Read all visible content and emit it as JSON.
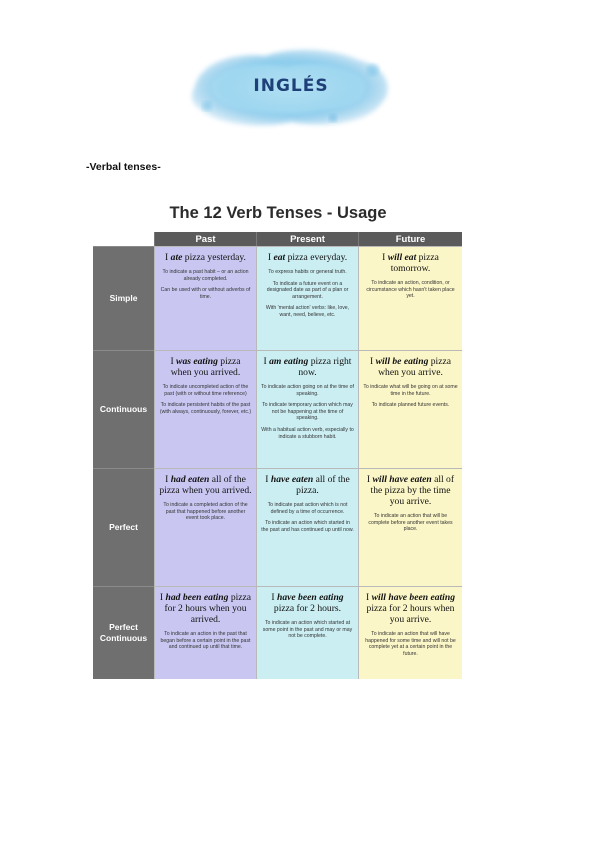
{
  "header": {
    "banner_text": "INGLÉS"
  },
  "subtitle": "-Verbal tenses-",
  "chart": {
    "title": "The 12 Verb Tenses - Usage",
    "columns": [
      "Past",
      "Present",
      "Future"
    ],
    "rows": [
      {
        "label": "Simple",
        "cells": [
          {
            "pre": "I ",
            "verb": "ate",
            "post": " pizza yesterday.",
            "notes": [
              "To indicate a past habit – or an action already completed.",
              "Can be used with or without adverbs of time."
            ]
          },
          {
            "pre": "I ",
            "verb": "eat",
            "post": " pizza everyday.",
            "notes": [
              "To express habits or general truth.",
              "To indicate a future event on a designated date as part of a plan or arrangement.",
              "With 'mental action' verbs: like, love, want, need, believe, etc."
            ]
          },
          {
            "pre": "I ",
            "verb": "will eat",
            "post": " pizza tomorrow.",
            "notes": [
              "To indicate an action, condition, or circumstance which hasn't taken place yet."
            ]
          }
        ]
      },
      {
        "label": "Continuous",
        "cells": [
          {
            "pre": "I ",
            "verb": "was eating",
            "post": " pizza when you arrived.",
            "notes": [
              "To indicate uncompleted action of the past (with or without time reference)",
              "To indicate persistent habits of the past (with always, continuously, forever, etc.)"
            ]
          },
          {
            "pre": "I ",
            "verb": "am eating",
            "post": " pizza right now.",
            "notes": [
              "To indicate action going on at the time of speaking.",
              "To indicate temporary action which may not be happening at the time of speaking.",
              "With a habitual action verb, especially to indicate a stubborn habit."
            ]
          },
          {
            "pre": "I ",
            "verb": "will be eating",
            "post": " pizza when you arrive.",
            "notes": [
              "To indicate what will be going on at some time in the future.",
              "To indicate planned future events."
            ]
          }
        ]
      },
      {
        "label": "Perfect",
        "cells": [
          {
            "pre": "I ",
            "verb": "had eaten",
            "post": " all of the pizza when you arrived.",
            "notes": [
              "To indicate a completed action of the past that happened before another event took place."
            ]
          },
          {
            "pre": "I ",
            "verb": "have eaten",
            "post": " all of the pizza.",
            "notes": [
              "To indicate past action which is not defined by a time of occurrence.",
              "To indicate an action which started in the past and has continued up until now."
            ]
          },
          {
            "pre": "I ",
            "verb": "will have eaten",
            "post": " all of the pizza by the time you arrive.",
            "notes": [
              "To indicate an action that will be complete before another event takes place."
            ]
          }
        ]
      },
      {
        "label": "Perfect Continuous",
        "cells": [
          {
            "pre": "I ",
            "verb": "had been eating",
            "post": " pizza for 2 hours when you arrived.",
            "notes": [
              "To indicate an action in the past that began before a certain point in the past and continued up until that time."
            ]
          },
          {
            "pre": "I ",
            "verb": "have been eating",
            "post": " pizza for 2 hours.",
            "notes": [
              "To indicate an action which started at some point in the past and may or may not be complete."
            ]
          },
          {
            "pre": "I ",
            "verb": "will have been eating",
            "post": " pizza for 2 hours when you arrive.",
            "notes": [
              "To indicate an action that will have happened for some time and will not be complete yet at a certain point in the future."
            ]
          }
        ]
      }
    ]
  },
  "colors": {
    "past": "#c9c7f1",
    "present": "#cbeef3",
    "future": "#fbf6c7",
    "header": "#5b5b5b",
    "banner_text": "#1f3f78"
  }
}
